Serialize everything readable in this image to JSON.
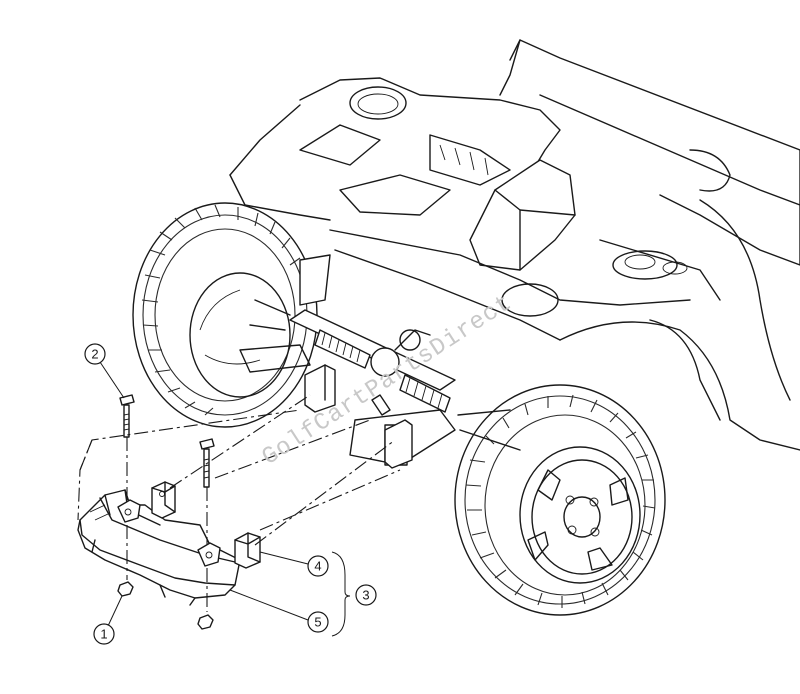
{
  "callouts": [
    {
      "id": "1",
      "label": "1"
    },
    {
      "id": "2",
      "label": "2"
    },
    {
      "id": "3",
      "label": "3"
    },
    {
      "id": "4",
      "label": "4"
    },
    {
      "id": "5",
      "label": "5"
    }
  ],
  "watermark": "GolfCartPartsDirect",
  "subject": "front-bumper-exploded-view"
}
